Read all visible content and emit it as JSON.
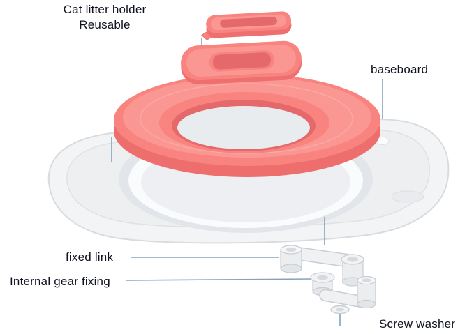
{
  "diagram": {
    "labels": {
      "holder": {
        "line1": "Cat litter holder",
        "line2": "Reusable"
      },
      "baseboard": "baseboard",
      "fixed_link": "fixed link",
      "internal_gear": "Internal gear fixing",
      "screw_washer": "Screw washer"
    },
    "colors": {
      "seat_pink": "#F8837F",
      "seat_pink_light": "#FA9793",
      "seat_pink_dark": "#EE6F6D",
      "seat_pink_shadow": "#E5686A",
      "base_white": "#F3F4F6",
      "base_shade": "#E2E5E9",
      "part_white": "#F0F1F3",
      "leader_line": "#86A2BC",
      "label_text": "#0F1220"
    }
  }
}
